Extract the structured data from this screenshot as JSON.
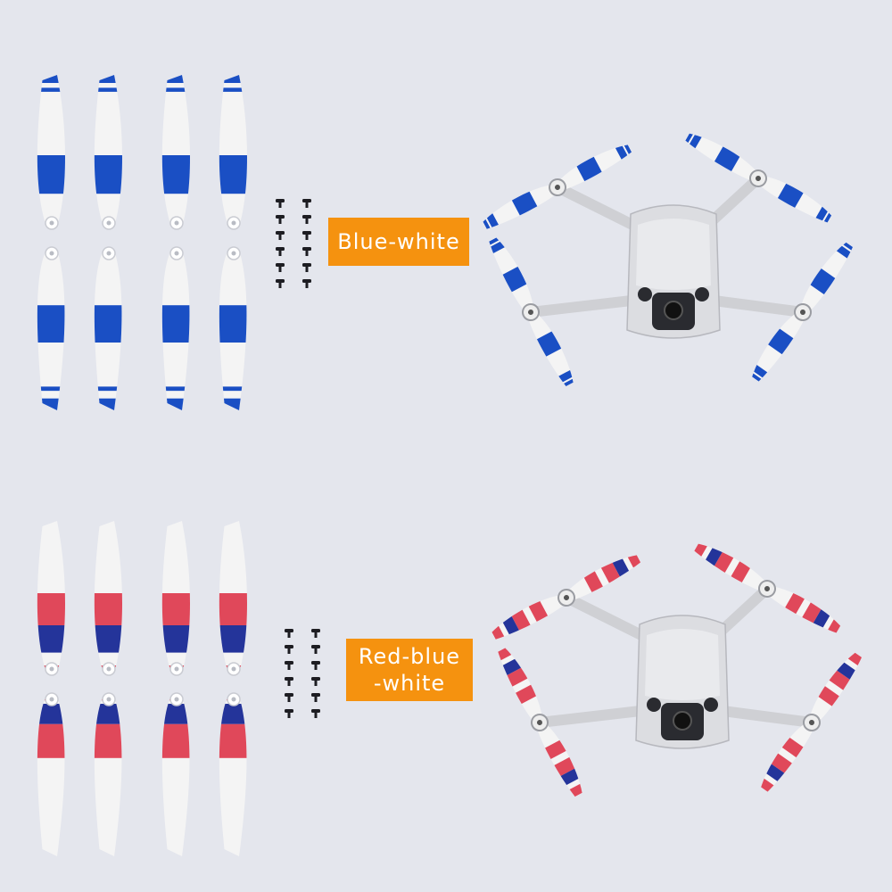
{
  "variants": [
    {
      "label_lines": [
        "Blue-white"
      ],
      "colors": {
        "primary": "#1a4fc4",
        "secondary": "#1a4fc4",
        "base": "#f4f4f4"
      }
    },
    {
      "label_lines": [
        "Red-blue",
        "-white"
      ],
      "colors": {
        "primary": "#e0485a",
        "secondary": "#24349a",
        "base": "#f4f4f4"
      }
    }
  ],
  "accent_color": "#f5920f",
  "background_color": "#e4e6ed"
}
